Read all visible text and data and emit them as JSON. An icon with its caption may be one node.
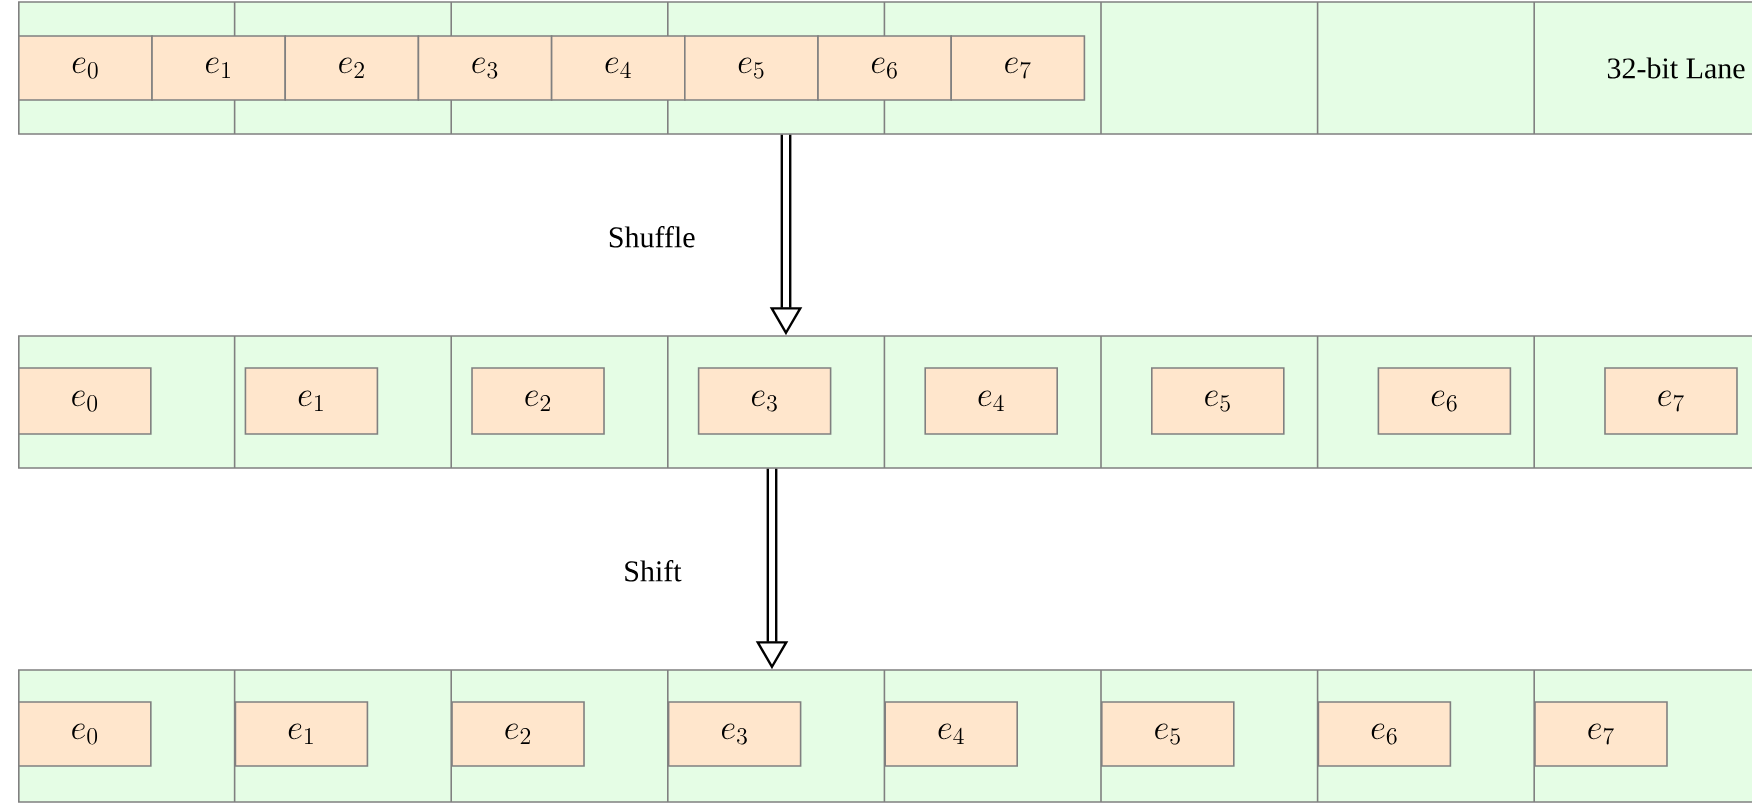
{
  "diagram": {
    "nodes": [
      {
        "text": [],
        "shape": "bar"
      },
      {
        "text": [
          "e_{0}"
        ],
        "in": 0
      },
      {
        "text": [
          "e_{1}"
        ],
        "in": 0
      },
      {
        "text": [
          "e_{2}"
        ],
        "in": 0
      },
      {
        "text": [
          "e_{3}"
        ],
        "in": 0
      },
      {
        "text": [
          "e_{4}"
        ],
        "in": 0
      },
      {
        "text": [
          "e_{5}"
        ],
        "in": 0
      },
      {
        "text": [
          "e_{6}"
        ],
        "in": 0
      },
      {
        "text": [
          "e_{7}"
        ],
        "in": 0
      },
      {
        "text": [],
        "shape": "bar"
      },
      {
        "text": [
          "e_{0}"
        ],
        "in": 9
      },
      {
        "text": [
          "e_{1}"
        ],
        "in": 9
      },
      {
        "text": [
          "e_{2}"
        ],
        "in": 9
      },
      {
        "text": [
          "e_{3}"
        ],
        "in": 9
      },
      {
        "text": [
          "e_{4}"
        ],
        "in": 9
      },
      {
        "text": [
          "e_{5}"
        ],
        "in": 9
      },
      {
        "text": [
          "e_{6}"
        ],
        "in": 9
      },
      {
        "text": [
          "e_{7}"
        ],
        "in": 9
      },
      {
        "text": [],
        "shape": "bar"
      },
      {
        "text": [
          "e_{0}"
        ],
        "in": 18
      },
      {
        "text": [
          "e_{1}"
        ],
        "in": 18
      },
      {
        "text": [
          "e_{2}"
        ],
        "in": 18
      },
      {
        "text": [
          "e_{3}"
        ],
        "in": 18
      },
      {
        "text": [
          "e_{4}"
        ],
        "in": 18
      },
      {
        "text": [
          "e_{5}"
        ],
        "in": 18
      },
      {
        "text": [
          "e_{6}"
        ],
        "in": 18
      },
      {
        "text": [
          "e_{7}"
        ],
        "in": 18
      }
    ],
    "edges": [
      {
        "from": 0,
        "to": 9,
        "arrow": "to",
        "label": "Shuffle"
      },
      {
        "from": 9,
        "to": 18,
        "arrow": "to",
        "label": "Shift"
      }
    ],
    "labels": [
      "32-bit Lane"
    ]
  }
}
